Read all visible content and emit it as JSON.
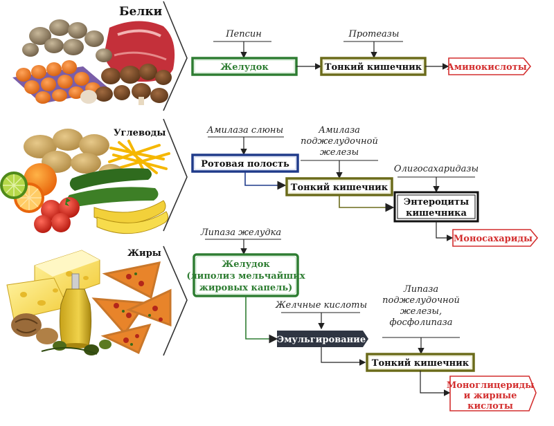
{
  "colors": {
    "stomach": "#2e7d32",
    "mouth": "#1f3a8a",
    "intestine": "#6b6b1a",
    "enterocytes": "#111111",
    "product": "#d32f2f",
    "emulsify": "#2f3542",
    "line": "#222222"
  },
  "sections": {
    "proteins": {
      "label": "Белки",
      "food_icons": [
        "snail-icon",
        "meat-icon",
        "egg-icon",
        "mushroom-icon"
      ],
      "enzymes": {
        "pepsin": "Пепсин",
        "proteases": "Протеазы"
      },
      "boxes": {
        "stomach": "Желудок",
        "intestine": "Тонкий кишечник"
      },
      "product": "Аминокислоты"
    },
    "carbs": {
      "label": "Углеводы",
      "food_icons": [
        "potato-icon",
        "orange-icon",
        "lime-icon",
        "tomato-icon",
        "zucchini-icon",
        "banana-icon",
        "pasta-icon"
      ],
      "enzymes": {
        "salivary_amylase": "Амилаза слюны",
        "pancreatic_amylase": [
          "Амилаза",
          "поджелудочной",
          "железы"
        ],
        "oligosaccharidases": "Олигосахаридазы"
      },
      "boxes": {
        "mouth": "Ротовая полость",
        "intestine": "Тонкий кишечник",
        "enterocytes": [
          "Энтероциты",
          "кишечника"
        ]
      },
      "product": "Моносахариды"
    },
    "fats": {
      "label": "Жиры",
      "food_icons": [
        "cheese-icon",
        "pizza-icon",
        "oil-bottle-icon",
        "walnut-icon",
        "olive-icon"
      ],
      "enzymes": {
        "gastric_lipase": "Липаза желудка",
        "bile_acids": "Желчные кислоты",
        "pancreatic_lipase": [
          "Липаза",
          "поджелудочной",
          "железы,",
          "фосфолипаза"
        ]
      },
      "boxes": {
        "stomach": [
          "Желудок",
          "(липолиз мельчайших",
          "жировых капель)"
        ],
        "emulsify": "Эмульгирование",
        "intestine": "Тонкий кишечник"
      },
      "product": [
        "Моноглицериды",
        "и жирные",
        "кислоты"
      ]
    }
  }
}
